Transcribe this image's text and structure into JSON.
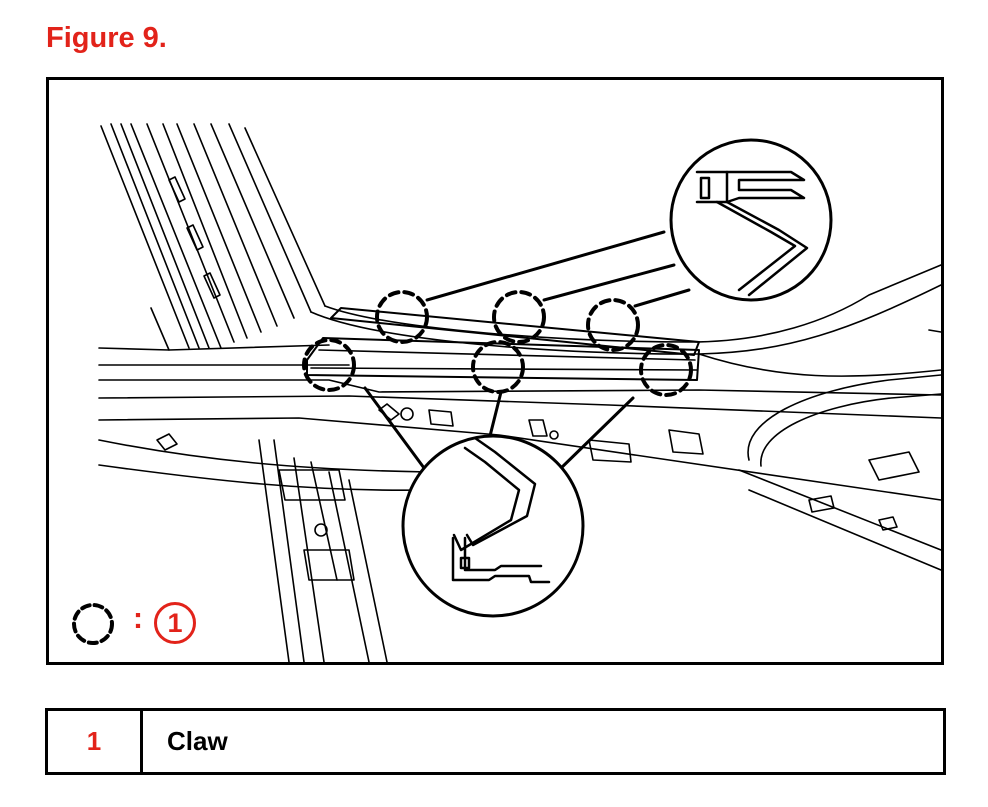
{
  "figure": {
    "title": "Figure 9."
  },
  "legend": {
    "separator": ":",
    "number": "1"
  },
  "callouts": [
    {
      "number": "1",
      "label": "Claw"
    }
  ]
}
